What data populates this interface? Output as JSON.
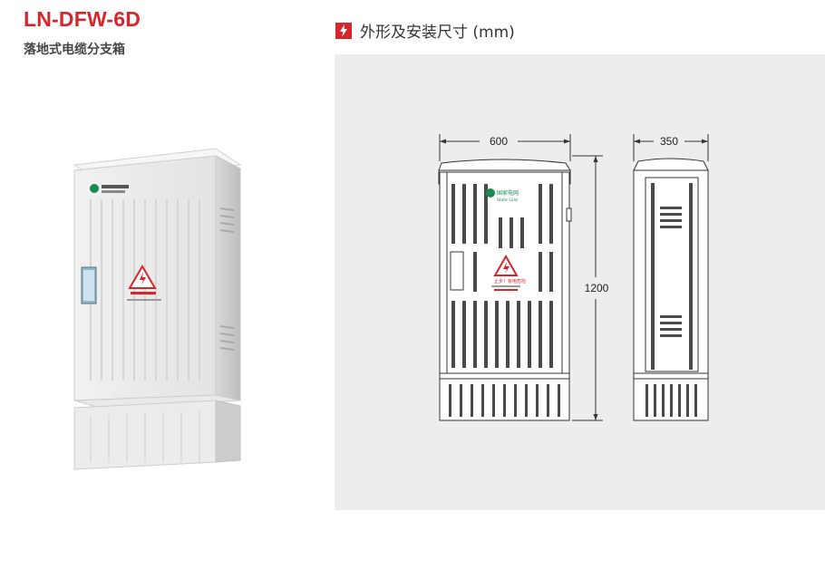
{
  "header": {
    "model": "LN-DFW-6D",
    "subtitle": "落地式电缆分支箱"
  },
  "section": {
    "icon": "lightning-icon",
    "title": "外形及安装尺寸 (mm)"
  },
  "dimensions": {
    "front_width": "600",
    "side_depth": "350",
    "height": "1200"
  },
  "cabinet_labels": {
    "brand_cn": "国家电网",
    "brand_en": "State Grid",
    "warning": "止步！有电危险"
  },
  "colors": {
    "accent": "#d7262b",
    "panel_bg": "#ededed",
    "brand_green": "#1d8a55"
  }
}
